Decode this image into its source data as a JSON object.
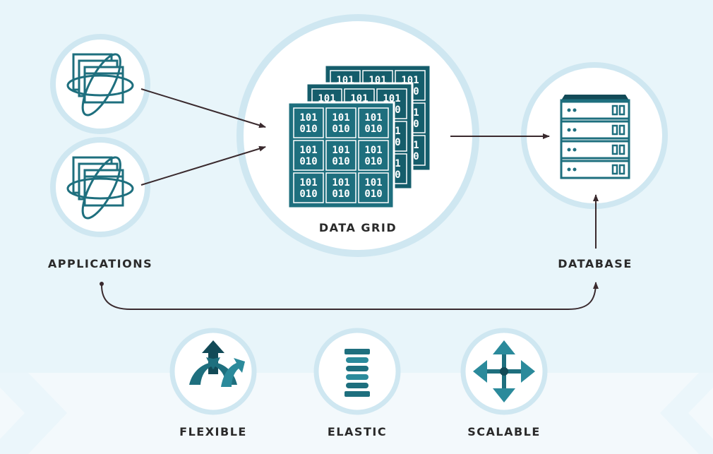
{
  "colors": {
    "background_top": "#e8f5fa",
    "background_bottom": "#f3f9fc",
    "ring": "#cfe7f1",
    "circle_fill": "#ffffff",
    "icon_teal": "#1e6f7e",
    "icon_dark": "#124a57",
    "arrow": "#3a2a2e",
    "text": "#2a2a2a"
  },
  "labels": {
    "data_grid": "DATA GRID",
    "applications": "APPLICATIONS",
    "database": "DATABASE",
    "flexible": "FLEXIBLE",
    "elastic": "ELASTIC",
    "scalable": "SCALABLE"
  },
  "grid_cells": [
    "101",
    "010"
  ],
  "icons": {
    "application_1": "application-stack-icon",
    "application_2": "application-stack-icon",
    "data_grid": "data-grid-icon",
    "database": "database-server-icon",
    "flexible": "split-arrow-icon",
    "elastic": "spring-icon",
    "scalable": "four-way-arrow-icon"
  }
}
